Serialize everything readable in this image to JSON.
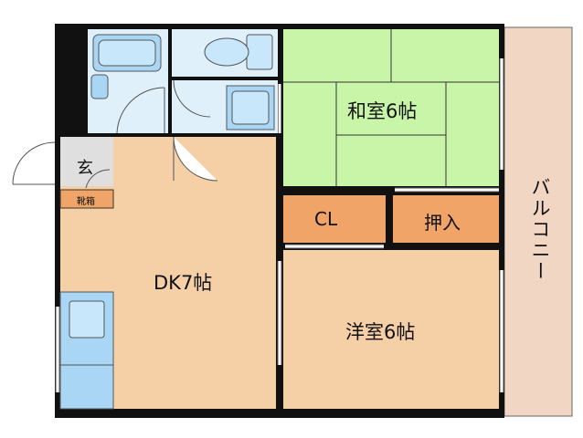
{
  "rooms": {
    "washitsu": "和室6帖",
    "yoshitsu": "洋室6帖",
    "dk": "DK7帖",
    "cl": "CL",
    "oshiire": "押入",
    "genkan": "玄",
    "getabako": "靴箱",
    "balcony": "バルコニー"
  },
  "colors": {
    "washitsu_fill": "#c8f5a8",
    "wood_fill": "#f5cfa6",
    "storage_fill": "#f0a468",
    "wet_fill": "#dff0fb",
    "kitchen_fill": "#a9d6f5",
    "balcony_fill": "#f2d6c4",
    "wall": "#111111"
  }
}
